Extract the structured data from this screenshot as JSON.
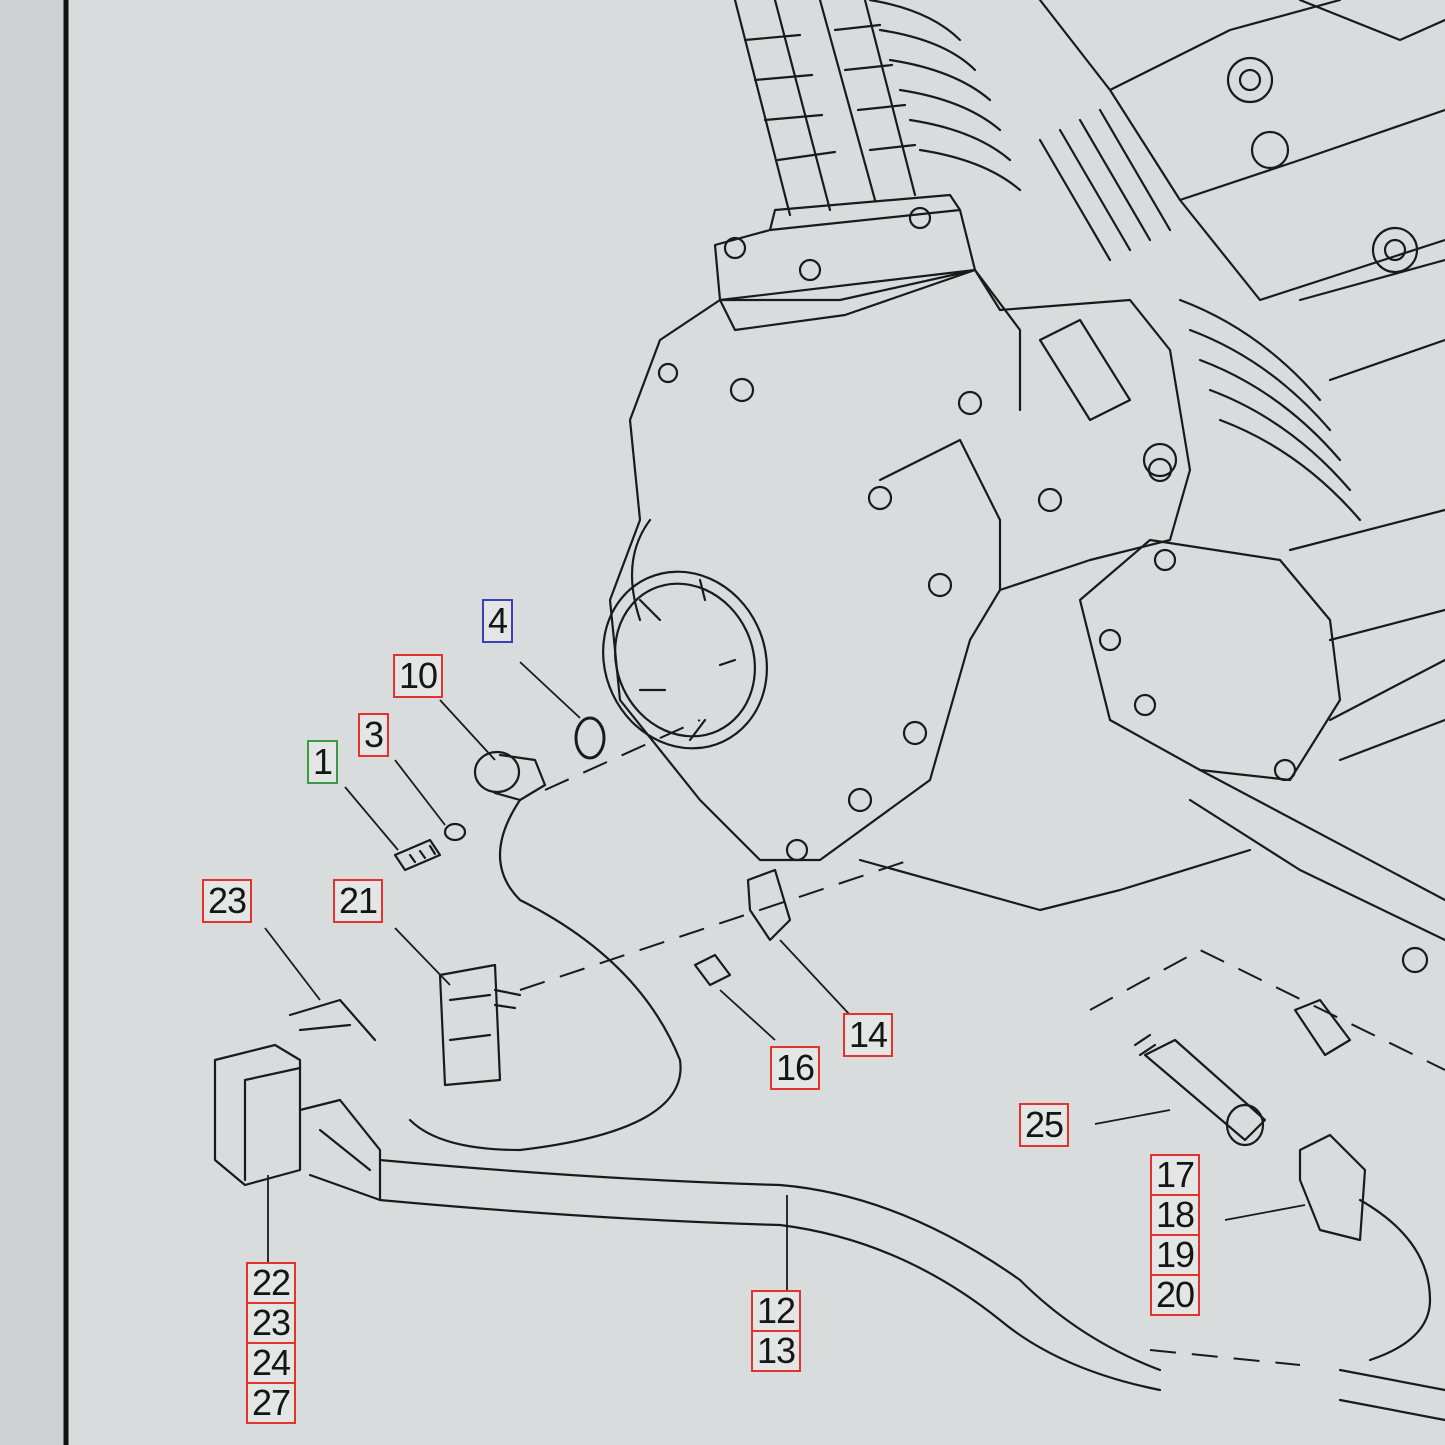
{
  "callouts": [
    {
      "id": "c1",
      "text": "1",
      "color": "green"
    },
    {
      "id": "c3",
      "text": "3",
      "color": "red"
    },
    {
      "id": "c4",
      "text": "4",
      "color": "blue"
    },
    {
      "id": "c10",
      "text": "10",
      "color": "red"
    },
    {
      "id": "c14",
      "text": "14",
      "color": "red"
    },
    {
      "id": "c16",
      "text": "16",
      "color": "red"
    },
    {
      "id": "c21",
      "text": "21",
      "color": "red"
    },
    {
      "id": "c23",
      "text": "23",
      "color": "red"
    },
    {
      "id": "c25",
      "text": "25",
      "color": "red"
    }
  ],
  "stacks": {
    "group_17_20": [
      "17",
      "18",
      "19",
      "20"
    ],
    "group_22_27": [
      "22",
      "23",
      "24",
      "27"
    ],
    "group_12_13": [
      "12",
      "13"
    ]
  },
  "colors": {
    "paper": "#d9dcdc",
    "ink": "#1a1a1a",
    "callout_red": "#e2332f",
    "callout_green": "#3a9a48",
    "callout_blue": "#3c3fb8"
  }
}
